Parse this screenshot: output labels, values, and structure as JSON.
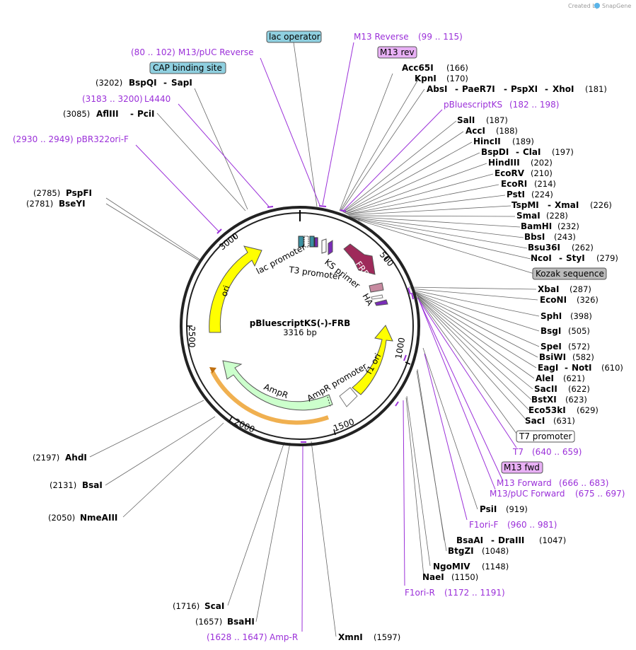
{
  "branding": {
    "created_by": "Created by",
    "product": "SnapGene"
  },
  "plasmid": {
    "name": "pBluescriptKS(-)-FRB",
    "size_label": "3316 bp"
  },
  "colors": {
    "backbone": "#222222",
    "enzyme": "#000000",
    "primer": "#9b30d9",
    "frb": "#9e2a5a",
    "ori": "#ffff00",
    "ampr": "#ccffcc",
    "f1ori": "#ffff00",
    "kozak": "#bbbbbb",
    "lac": "#8fd0e0",
    "m13rev": "#e8b0f5",
    "t7": "#ffffff"
  },
  "ticks": [
    {
      "label": "500",
      "bp": 500
    },
    {
      "label": "1000",
      "bp": 1000
    },
    {
      "label": "1500",
      "bp": 1500
    },
    {
      "label": "2000",
      "bp": 2000
    },
    {
      "label": "2500",
      "bp": 2500
    },
    {
      "label": "3000",
      "bp": 3000
    }
  ],
  "enzymes": [
    {
      "name": "Acc65I",
      "pos": "(166)"
    },
    {
      "name": "KpnI",
      "pos": "(170)"
    },
    {
      "name": "AbsI",
      "name2": "PaeR7I",
      "name3": "PspXI",
      "name4": "XhoI",
      "pos": "(181)"
    },
    {
      "name": "SalI",
      "pos": "(187)"
    },
    {
      "name": "AccI",
      "pos": "(188)"
    },
    {
      "name": "HincII",
      "pos": "(189)"
    },
    {
      "name": "BspDI",
      "name2": "ClaI",
      "pos": "(197)"
    },
    {
      "name": "HindIII",
      "pos": "(202)"
    },
    {
      "name": "EcoRV",
      "pos": "(210)"
    },
    {
      "name": "EcoRI",
      "pos": "(214)"
    },
    {
      "name": "PstI",
      "pos": "(224)"
    },
    {
      "name": "TspMI",
      "name2": "XmaI",
      "pos": "(226)"
    },
    {
      "name": "SmaI",
      "pos": "(228)"
    },
    {
      "name": "BamHI",
      "pos": "(232)"
    },
    {
      "name": "BbsI",
      "pos": "(243)"
    },
    {
      "name": "Bsu36I",
      "pos": "(262)"
    },
    {
      "name": "NcoI",
      "name2": "StyI",
      "pos": "(279)"
    },
    {
      "name": "XbaI",
      "pos": "(287)"
    },
    {
      "name": "EcoNI",
      "pos": "(326)"
    },
    {
      "name": "SphI",
      "pos": "(398)"
    },
    {
      "name": "BsgI",
      "pos": "(505)"
    },
    {
      "name": "SpeI",
      "pos": "(572)"
    },
    {
      "name": "BsiWI",
      "pos": "(582)"
    },
    {
      "name": "EagI",
      "name2": "NotI",
      "pos": "(610)"
    },
    {
      "name": "AleI",
      "pos": "(621)"
    },
    {
      "name": "SacII",
      "pos": "(622)"
    },
    {
      "name": "BstXI",
      "pos": "(623)"
    },
    {
      "name": "Eco53kI",
      "pos": "(629)"
    },
    {
      "name": "SacI",
      "pos": "(631)"
    },
    {
      "name": "PsiI",
      "pos": "(919)"
    },
    {
      "name": "BsaAI",
      "name2": "DraIII",
      "pos": "(1047)"
    },
    {
      "name": "BtgZI",
      "pos": "(1048)"
    },
    {
      "name": "NgoMIV",
      "pos": "(1148)"
    },
    {
      "name": "NaeI",
      "pos": "(1150)"
    },
    {
      "name": "XmnI",
      "pos": "(1597)"
    },
    {
      "name": "BsaHI",
      "pos": "(1657)"
    },
    {
      "name": "ScaI",
      "pos": "(1716)"
    },
    {
      "name": "NmeAIII",
      "pos": "(2050)"
    },
    {
      "name": "BsaI",
      "pos": "(2131)"
    },
    {
      "name": "AhdI",
      "pos": "(2197)"
    },
    {
      "name": "BseYI",
      "pos": "(2781)"
    },
    {
      "name": "PspFI",
      "pos": "(2785)"
    },
    {
      "name": "AflIII",
      "name2": "PciI",
      "pos": "(3085)"
    },
    {
      "name": "BspQI",
      "name2": "SapI",
      "pos": "(3202)"
    }
  ],
  "primers": [
    {
      "name": "M13 Reverse",
      "range": "(99 .. 115)"
    },
    {
      "name": "M13/pUC Reverse",
      "range": "(80 .. 102)"
    },
    {
      "name": "L4440",
      "range": "(3183 .. 3200)"
    },
    {
      "name": "pBR322ori-F",
      "range": "(2930 .. 2949)"
    },
    {
      "name": "pBluescriptKS",
      "range": "(182 .. 198)"
    },
    {
      "name": "T7",
      "range": "(640 .. 659)"
    },
    {
      "name": "M13 Forward",
      "range": "(666 .. 683)"
    },
    {
      "name": "M13/pUC Forward",
      "range": "(675 .. 697)"
    },
    {
      "name": "F1ori-F",
      "range": "(960 .. 981)"
    },
    {
      "name": "F1ori-R",
      "range": "(1172 .. 1191)"
    },
    {
      "name": "Amp-R",
      "range": "(1628 .. 1647)"
    }
  ],
  "boxed_features": {
    "lac_operator": "lac operator",
    "m13_rev": "M13 rev",
    "cap_site": "CAP binding site",
    "kozak": "Kozak sequence",
    "t7_promoter": "T7 promoter",
    "m13_fwd": "M13 fwd"
  },
  "map_features": {
    "frb": "FRB",
    "ha": "HA",
    "ks_primer": "KS primer",
    "t3_promoter": "T3 promoter",
    "lac_promoter": "lac promoter",
    "ori": "ori",
    "f1_ori": "f1 ori",
    "ampr": "AmpR",
    "ampr_promoter": "AmpR promoter"
  }
}
